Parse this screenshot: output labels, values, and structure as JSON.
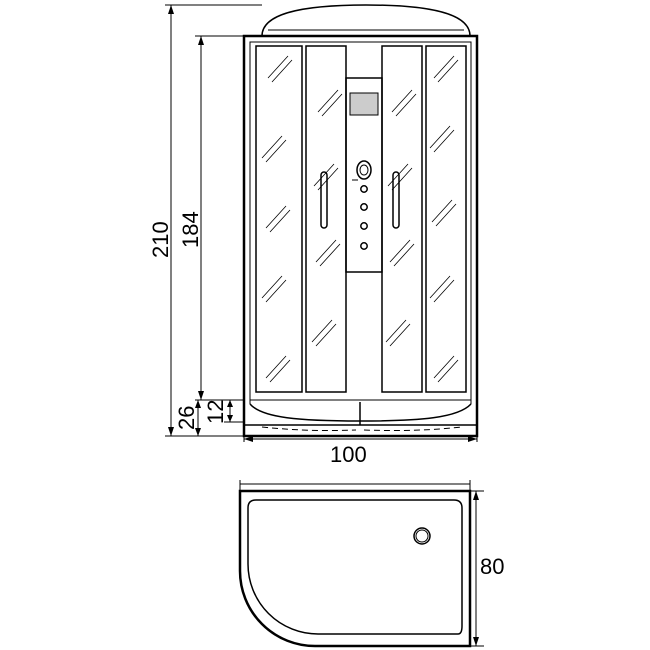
{
  "dimensions": {
    "total_height": "210",
    "cabin_height": "184",
    "tray_height": "26",
    "tray_inner_height": "12",
    "width": "100",
    "depth": "80"
  },
  "colors": {
    "line": "#000000",
    "background": "#ffffff",
    "display_panel": "#cccccc"
  }
}
